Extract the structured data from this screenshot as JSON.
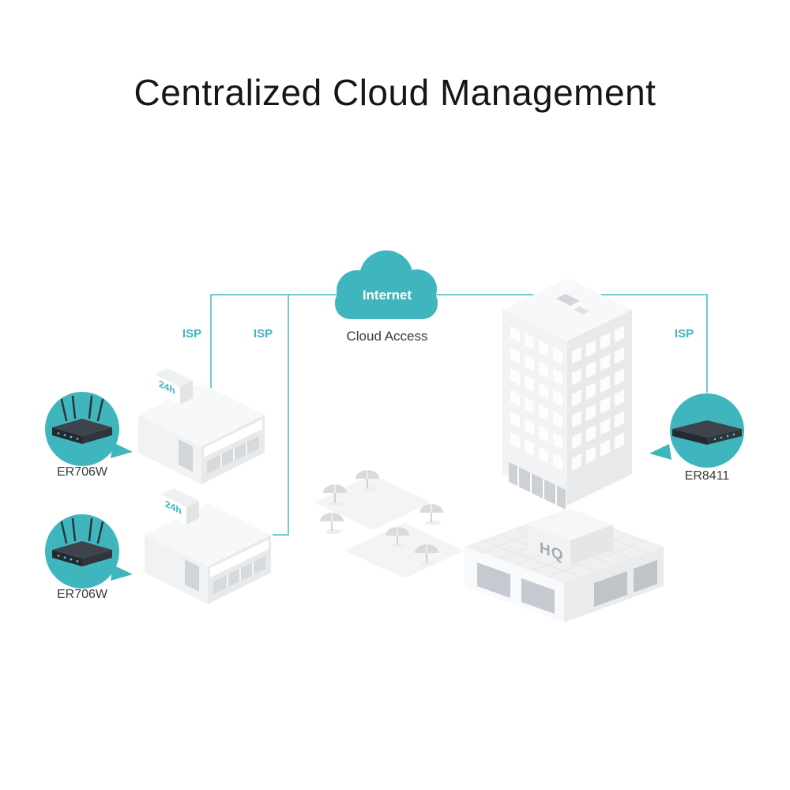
{
  "title": "Centralized Cloud Management",
  "cloud": {
    "label": "Internet",
    "sublabel": "Cloud Access"
  },
  "isp_labels": [
    "ISP",
    "ISP",
    "ISP"
  ],
  "devices": [
    {
      "model": "ER706W"
    },
    {
      "model": "ER706W"
    },
    {
      "model": "ER8411"
    }
  ],
  "buildings": {
    "store_sign": "24h",
    "hq_sign": "HQ"
  },
  "colors": {
    "accent_teal": "#3FB6BD",
    "device_body": "#3F444C",
    "title_text": "#161616",
    "label_text": "#3A3A3A",
    "building_light": "#F2F3F5",
    "building_shade": "#E7E9EB"
  }
}
